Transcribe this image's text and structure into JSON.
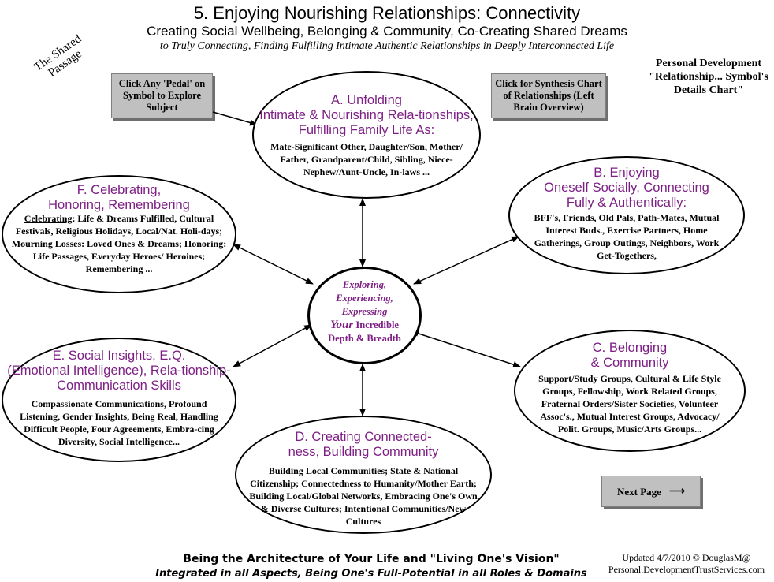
{
  "header": {
    "title": "5. Enjoying Nourishing Relationships: Connectivity",
    "subtitle": "Creating Social Wellbeing, Belonging & Community, Co-Creating Shared Dreams",
    "tagline": "to Truly Connecting, Finding Fulfilling Intimate Authentic Relationships in Deeply Interconnected Life"
  },
  "corner_label": "The Shared Passage",
  "personal_dev_note": "Personal Development \"Relationship... Symbol's Details Chart\"",
  "buttons": {
    "explore": "Click Any 'Pedal' on Symbol to Explore Subject",
    "synthesis": "Click for Synthesis Chart of Relationships (Left Brain Overview)",
    "next_page": "Next Page"
  },
  "hub": {
    "line1": "Exploring,",
    "line2": "Experiencing,",
    "line3": "Expressing",
    "your": "Your",
    "line4": "Incredible",
    "line5": "Depth & Breadth"
  },
  "petals": {
    "a": {
      "heading": "A. Unfolding\nIntimate & Nourishing Rela-tionships,\nFulfilling Family Life As:",
      "body": "Mate-Significant Other, Daughter/Son, Mother/ Father, Grandparent/Child, Sibling, Niece-Nephew/Aunt-Uncle, In-laws ..."
    },
    "b": {
      "heading": "B. Enjoying\nOneself Socially, Connecting\nFully & Authentically:",
      "body": "BFF's, Friends, Old Pals, Path-Mates, Mutual Interest Buds., Exercise Partners, Home Gatherings, Group Outings, Neighbors, Work Get-Togethers,"
    },
    "c": {
      "heading": "C. Belonging\n& Community",
      "body": "Support/Study Groups, Cultural & Life Style Groups, Fellowship, Work Related Groups, Fraternal Orders/Sister Societies, Volunteer Assoc's., Mutual Interest Groups, Advocacy/ Polit. Groups, Music/Arts Groups..."
    },
    "d": {
      "heading": "D. Creating Connected-\nness, Building Community",
      "body": "Building Local Communities; State & National Citizenship; Connectedness to Humanity/Mother Earth; Building Local/Global Networks, Embracing One's Own & Diverse Cultures; Intentional Communities/New Cultures"
    },
    "e": {
      "heading": "E. Social Insights, E.Q.\n(Emotional Intelligence), Rela-tionship-\nCommunication Skills",
      "body": "Compassionate Communications, Profound Listening, Gender Insights, Being Real, Handling Difficult People, Four Agreements, Embra-cing Diversity, Social Intelligence..."
    },
    "f": {
      "heading": "F. Celebrating,\nHonoring, Remembering",
      "celebrating_label": "Celebrating",
      "celebrating_text": ": Life & Dreams Fulfilled, Cultural Festivals, Religious Holidays, Local/Nat. Holi-days;",
      "mourning_label": "Mourning Losses",
      "mourning_text": ": Loved Ones & Dreams;",
      "honoring_label": "Honoring",
      "honoring_text": ": Life Passages, Everyday Heroes/ Heroines; Remembering ..."
    }
  },
  "footer": {
    "line1": "Being the Architecture of Your Life and \"Living One's Vision\"",
    "line2": "Integrated in all Aspects, Being One's Full-Potential in all Roles & Domains",
    "updated": "Updated 4/7/2010 © DouglasM@ Personal.DevelopmentTrustServices.com"
  },
  "colors": {
    "heading_purple": "#7d1f85",
    "button_gray": "#c0c0c0"
  }
}
